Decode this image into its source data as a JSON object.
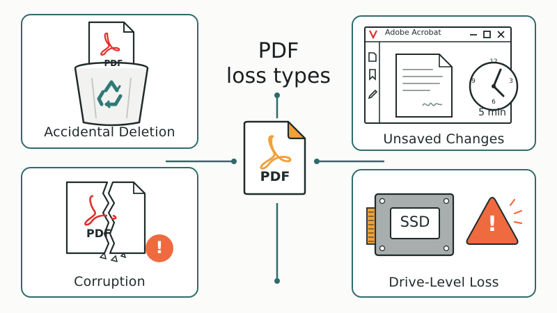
{
  "title": {
    "line1": "PDF",
    "line2": "loss types"
  },
  "center": {
    "doc_label": "PDF"
  },
  "cards": {
    "accidental_deletion": {
      "label": "Accidental Deletion",
      "doc_label": "PDF"
    },
    "unsaved_changes": {
      "label": "Unsaved Changes",
      "window_title": "Adobe Acrobat",
      "timer": "5 min",
      "clock_numbers": [
        "12",
        "3",
        "6",
        "9"
      ]
    },
    "corruption": {
      "label": "Corruption",
      "doc_label": "PDF",
      "alert": "!"
    },
    "drive_level_loss": {
      "label": "Drive-Level Loss",
      "drive_label": "SSD",
      "alert": "!"
    }
  },
  "colors": {
    "border": "#2e6a6c",
    "acrobat_red": "#e0302a",
    "accent_orange": "#f0a13a",
    "recycle_teal": "#2e7a78",
    "alert_orange": "#f06a3f"
  }
}
